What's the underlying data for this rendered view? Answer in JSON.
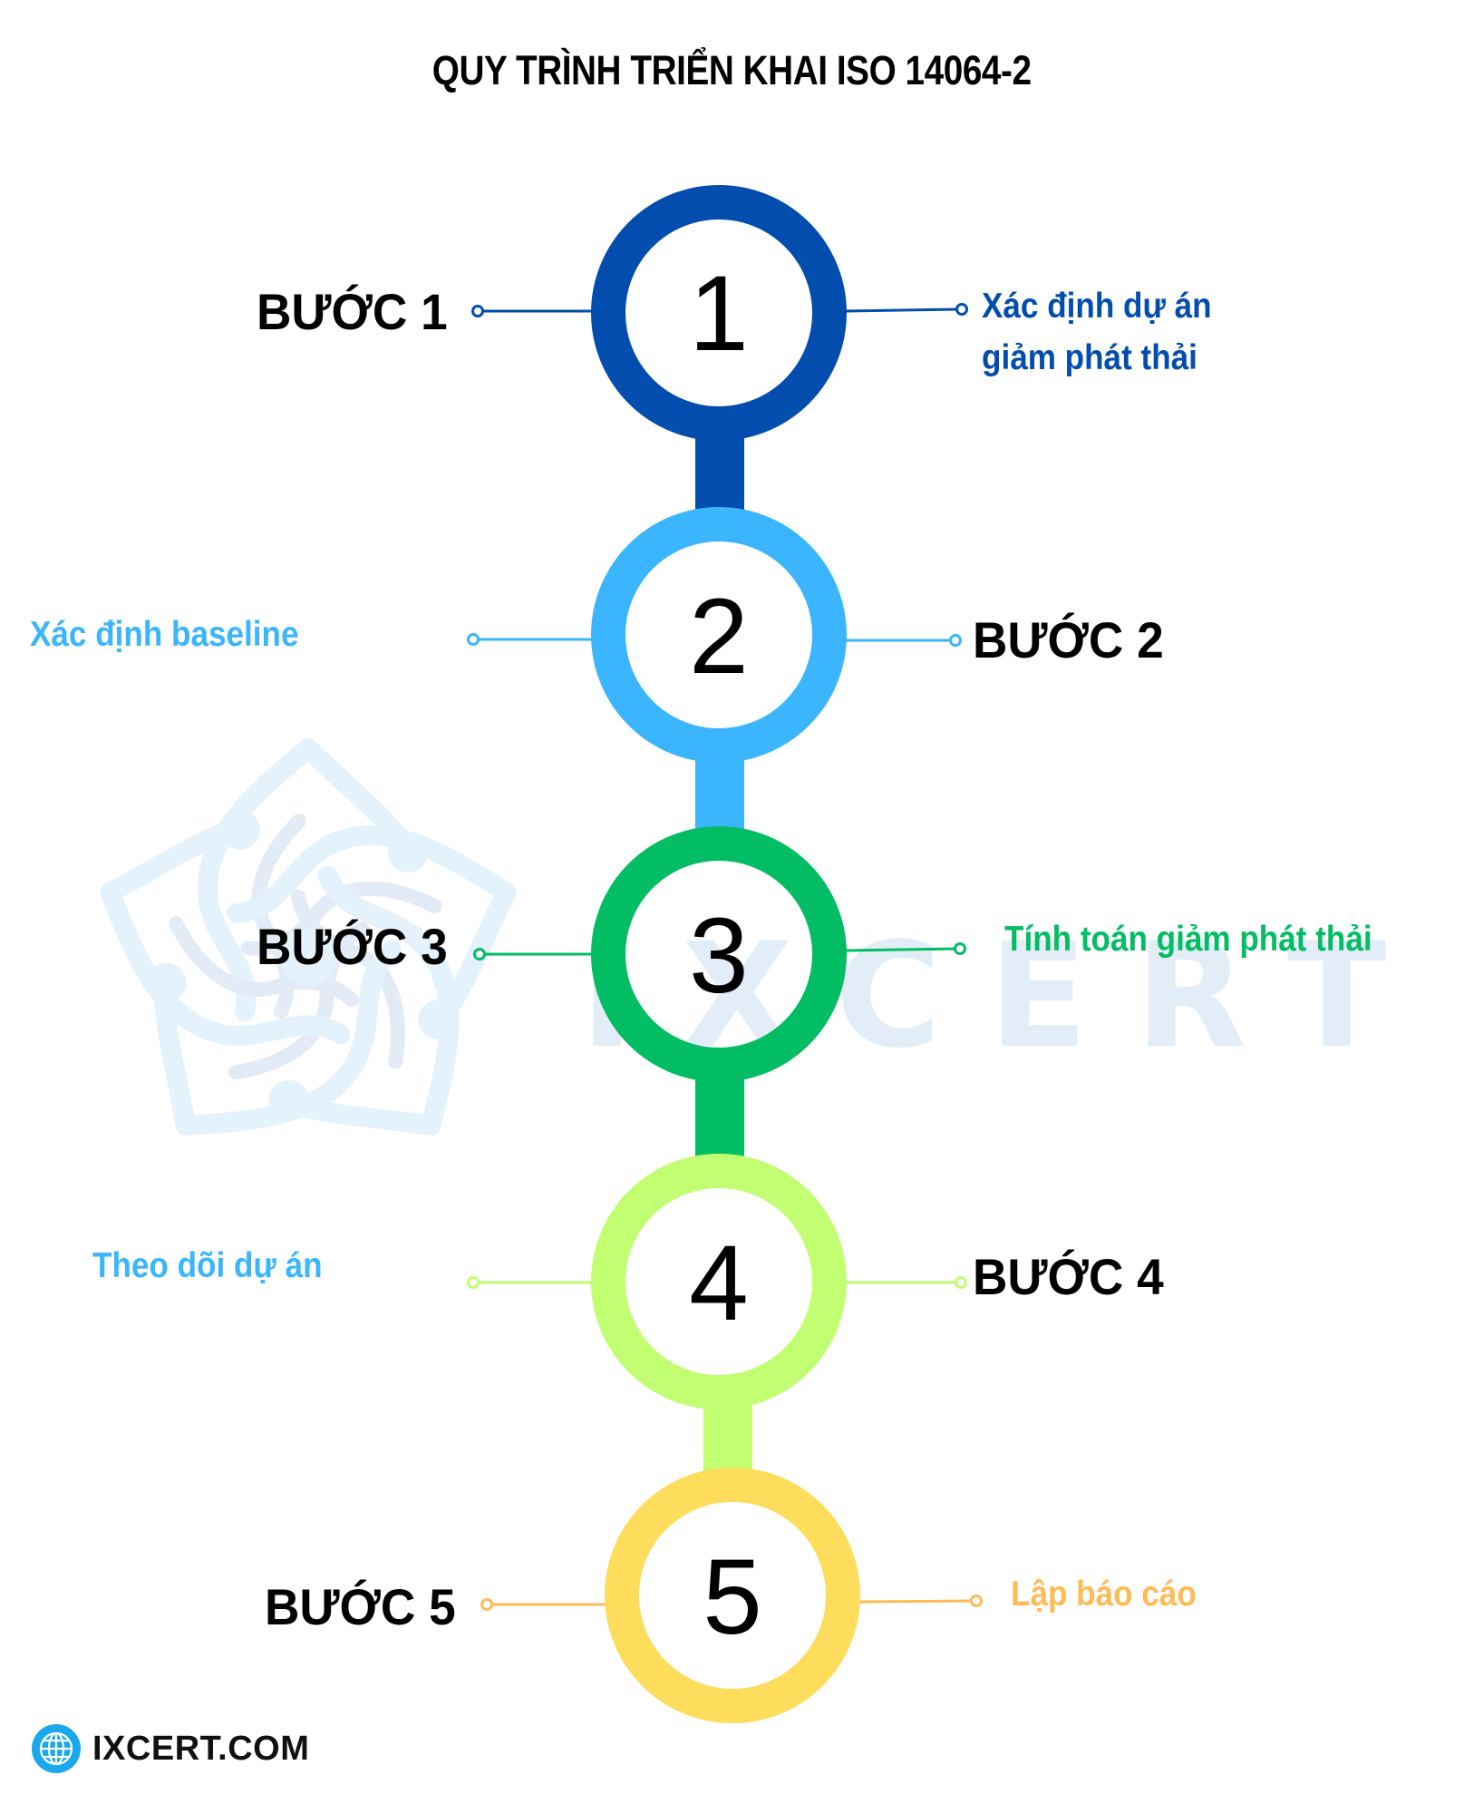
{
  "title": "QUY TRÌNH TRIỂN KHAI ISO 14064-2",
  "watermark": {
    "text": "IXCERT",
    "icon": "flower-logo-icon"
  },
  "steps": [
    {
      "number": "1",
      "label": "BƯỚC 1",
      "description_line1": "Xác định dự án",
      "description_line2": "giảm phát thải",
      "ring_color": "#024DAE",
      "text_color": "#024DAE",
      "label_side": "left",
      "description_side": "right"
    },
    {
      "number": "2",
      "label": "BƯỚC 2",
      "description_line1": "Xác định baseline",
      "description_line2": "",
      "ring_color": "#3BB5FD",
      "text_color": "#3BB5FD",
      "label_side": "right",
      "description_side": "left"
    },
    {
      "number": "3",
      "label": "BƯỚC 3",
      "description_line1": "Tính toán giảm phát thải",
      "description_line2": "",
      "ring_color": "#02BD63",
      "text_color": "#02BD63",
      "label_side": "left",
      "description_side": "right"
    },
    {
      "number": "4",
      "label": "BƯỚC 4",
      "description_line1": "Theo dõi dự án",
      "description_line2": "",
      "ring_color": "#C2FE72",
      "text_color": "#3BB5FD",
      "label_side": "right",
      "description_side": "left"
    },
    {
      "number": "5",
      "label": "BƯỚC 5",
      "description_line1": "Lập báo cáo",
      "description_line2": "",
      "ring_color": "#FEDD5C",
      "text_color": "#FFBB55",
      "label_side": "left",
      "description_side": "right"
    }
  ],
  "footer": {
    "text": "IXCERT.COM",
    "icon": "globe-icon",
    "icon_color": "#1AA7EC"
  }
}
